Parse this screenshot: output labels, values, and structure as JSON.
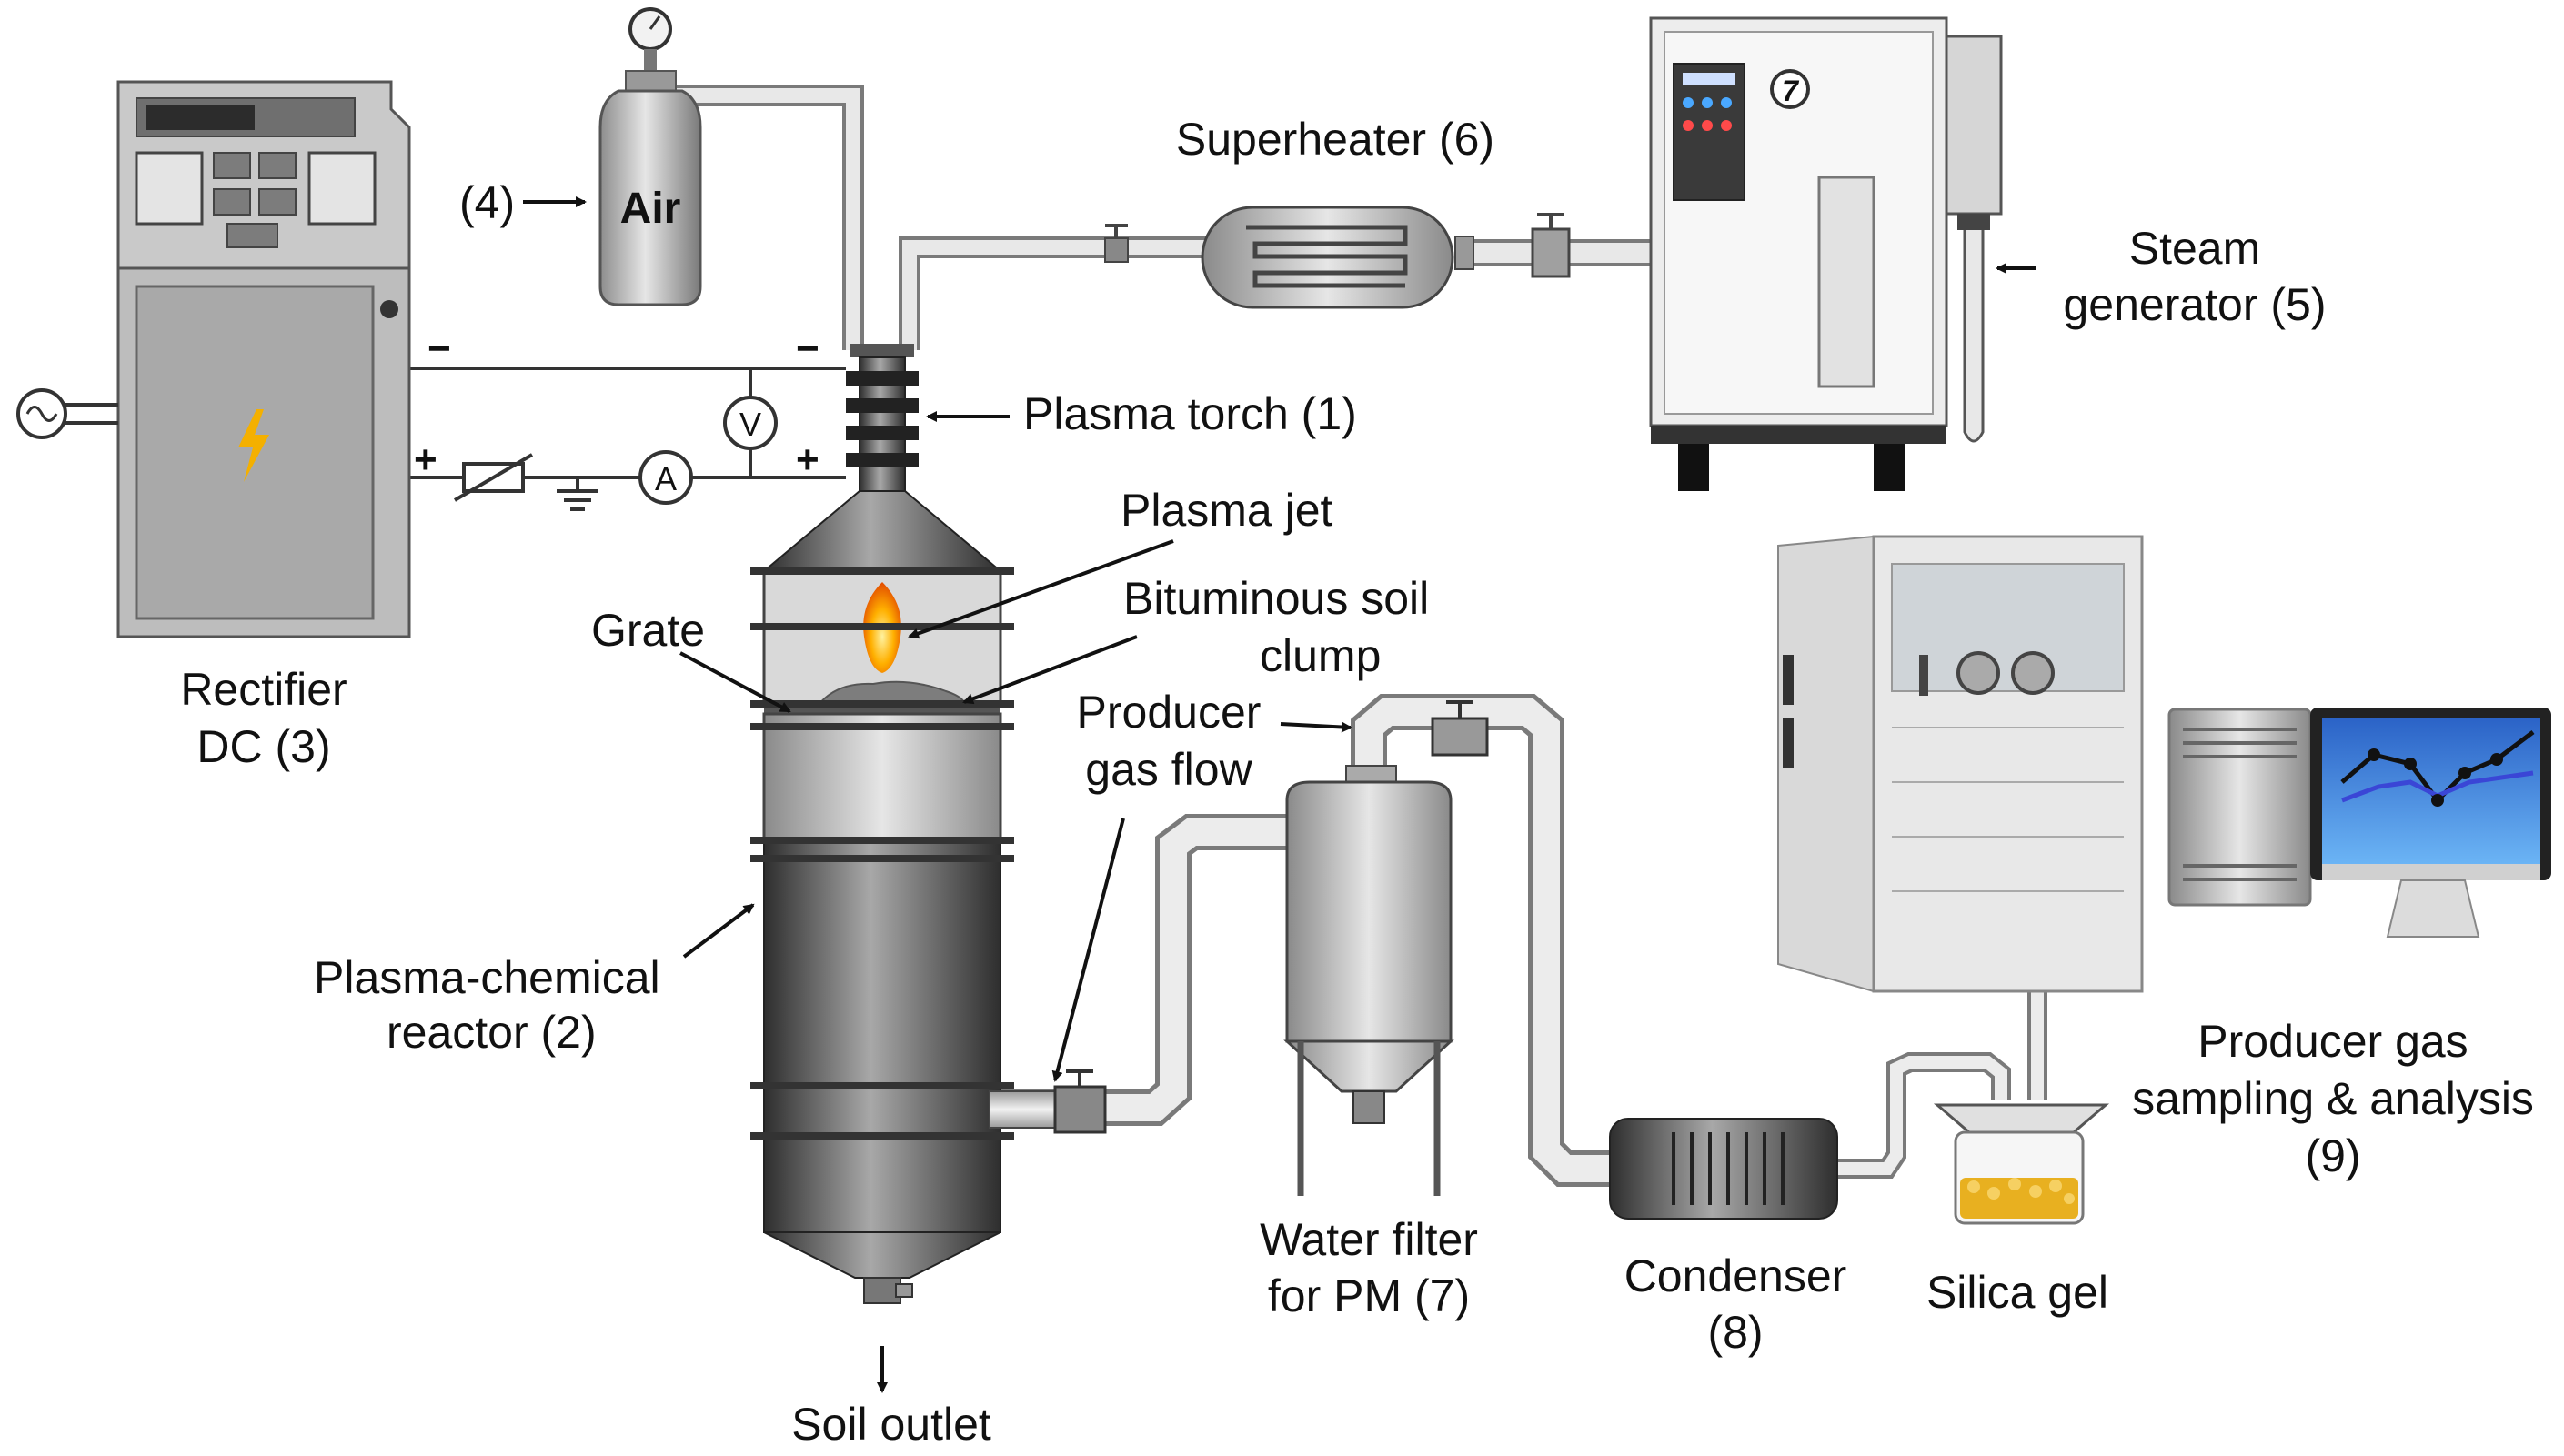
{
  "labels": {
    "torch": "Plasma torch (1)",
    "plasma_jet": "Plasma jet",
    "bituminous_1": "Bituminous soil",
    "bituminous_2": "clump",
    "grate": "Grate",
    "reactor_1": "Plasma-chemical",
    "reactor_2": "reactor (2)",
    "rectifier_1": "Rectifier",
    "rectifier_2": "DC (3)",
    "air_ref": "(4)",
    "air_tank": "Air",
    "steam_1": "Steam",
    "steam_2": "generator (5)",
    "superheater": "Superheater (6)",
    "water_filter_1": "Water filter",
    "water_filter_2": "for PM (7)",
    "condenser_1": "Condenser",
    "condenser_2": "(8)",
    "silica": "Silica gel",
    "sampling_1": "Producer gas",
    "sampling_2": "sampling & analysis",
    "sampling_3": "(9)",
    "gas_flow_1": "Producer",
    "gas_flow_2": "gas flow",
    "soil_outlet": "Soil outlet"
  },
  "symbols": {
    "minus_left": "−",
    "minus_right": "−",
    "plus_left": "+",
    "plus_right": "+",
    "voltmeter": "V",
    "ammeter": "A",
    "steam_logo": "7"
  },
  "colors": {
    "pipe": "#d9d9d9",
    "reactor_dark": "#4a4a4a",
    "reactor_light": "#c8c8c8",
    "flame": "#ff8c00",
    "silica_gel": "#e8b020",
    "rectifier_body": "#bdbdbd",
    "screen_blue": "#1a3a8a"
  }
}
